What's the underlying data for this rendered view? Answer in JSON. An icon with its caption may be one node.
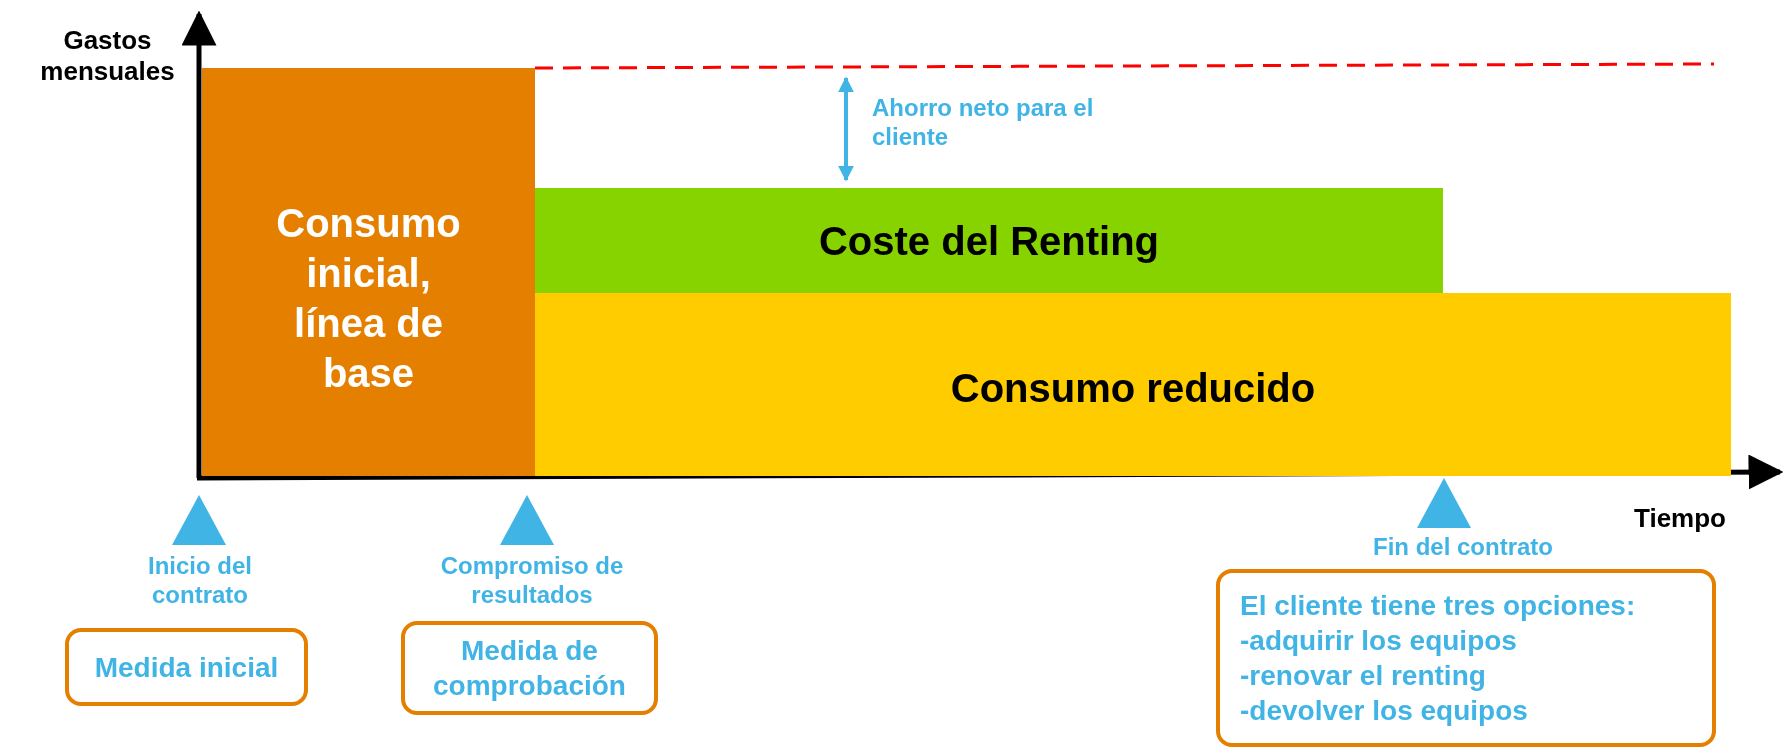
{
  "diagram": {
    "nodes": [
      {
        "text": [
          "Consumo inicial, línea de base"
        ]
      },
      {
        "text": [
          "Coste del Renting"
        ]
      },
      {
        "text": [
          "Consumo reducido"
        ]
      },
      {
        "text": [
          "Medida inicial"
        ]
      },
      {
        "text": [
          "Medida de comprobación"
        ]
      },
      {
        "text": [
          "El cliente tiene tres opciones:",
          "-adquirir los equipos",
          "-renovar el renting",
          "-devolver los equipos"
        ]
      }
    ],
    "labels": [
      "Gastos mensuales",
      "Ahorro neto para el cliente",
      "Tiempo",
      "Inicio del contrato",
      "Compromiso de resultados",
      "Fin del contrato"
    ]
  }
}
